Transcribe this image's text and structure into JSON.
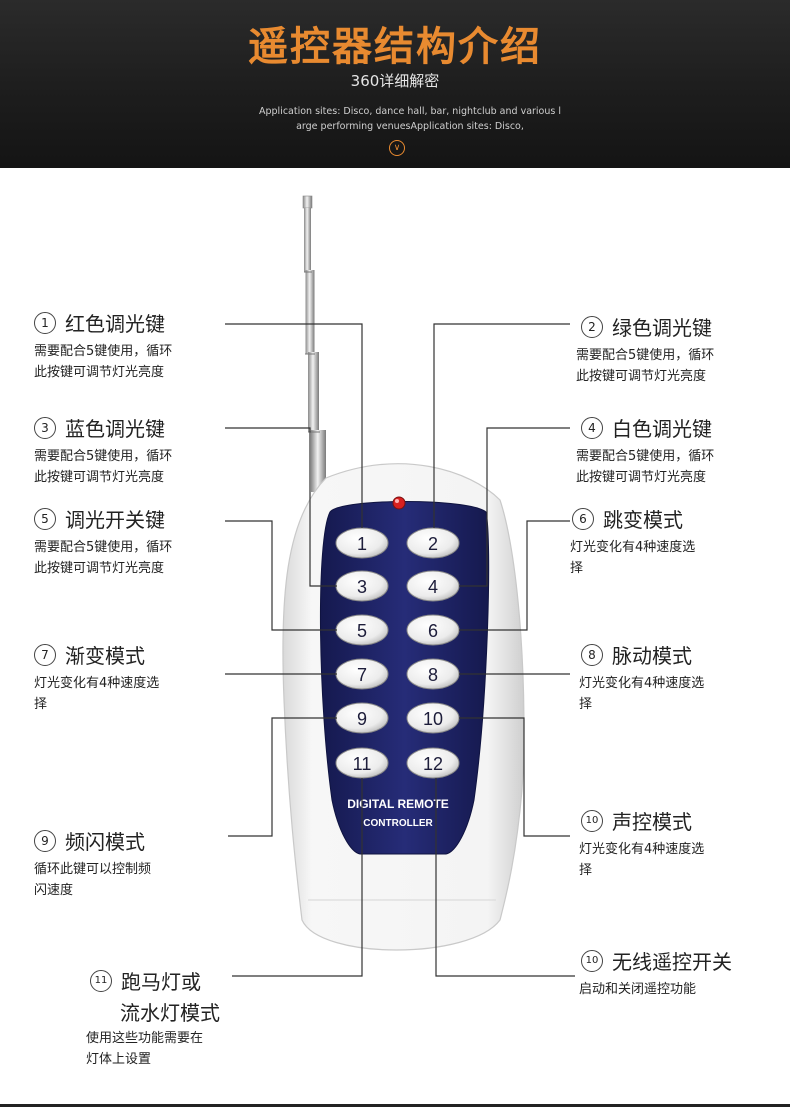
{
  "header": {
    "title": "遥控器结构介绍",
    "subtitle": "360详细解密",
    "desc_line1": "Application sites: Disco, dance hall, bar, nightclub and various l",
    "desc_line2": "arge performing venuesApplication sites: Disco,",
    "chevron_icon": "chevron-down-icon",
    "accent_color": "#e88a30"
  },
  "remote": {
    "brand_line1": "DIGITAL REMOTE",
    "brand_line2": "CONTROLLER",
    "body_color": "#1f2467",
    "buttons": [
      "1",
      "2",
      "3",
      "4",
      "5",
      "6",
      "7",
      "8",
      "9",
      "10",
      "11",
      "12"
    ]
  },
  "callouts": {
    "c1": {
      "num": "1",
      "label": "红色调光键",
      "note1": "需要配合5键使用，循环",
      "note2": "此按键可调节灯光亮度"
    },
    "c2": {
      "num": "2",
      "label": "绿色调光键",
      "note1": "需要配合5键使用，循环",
      "note2": "此按键可调节灯光亮度"
    },
    "c3": {
      "num": "3",
      "label": "蓝色调光键",
      "note1": "需要配合5键使用，循环",
      "note2": "此按键可调节灯光亮度"
    },
    "c4": {
      "num": "4",
      "label": "白色调光键",
      "note1": "需要配合5键使用，循环",
      "note2": "此按键可调节灯光亮度"
    },
    "c5": {
      "num": "5",
      "label": "调光开关键",
      "note1": "需要配合5键使用，循环",
      "note2": "此按键可调节灯光亮度"
    },
    "c6": {
      "num": "6",
      "label": "跳变模式",
      "note1": "灯光变化有4种速度选",
      "note2": "择"
    },
    "c7": {
      "num": "7",
      "label": "渐变模式",
      "note1": "灯光变化有4种速度选",
      "note2": "择"
    },
    "c8": {
      "num": "8",
      "label": "脉动模式",
      "note1": "灯光变化有4种速度选",
      "note2": "择"
    },
    "c9": {
      "num": "9",
      "label": "频闪模式",
      "note1": "循环此键可以控制频",
      "note2": "闪速度"
    },
    "c10a": {
      "num": "10",
      "label": "声控模式",
      "note1": "灯光变化有4种速度选",
      "note2": "择"
    },
    "c10b": {
      "num": "10",
      "label": "无线遥控开关",
      "note1": "启动和关闭遥控功能"
    },
    "c11": {
      "num": "11",
      "label1": "跑马灯或",
      "label2": "流水灯模式",
      "note1": "使用这些功能需要在",
      "note2": "灯体上设置"
    }
  }
}
